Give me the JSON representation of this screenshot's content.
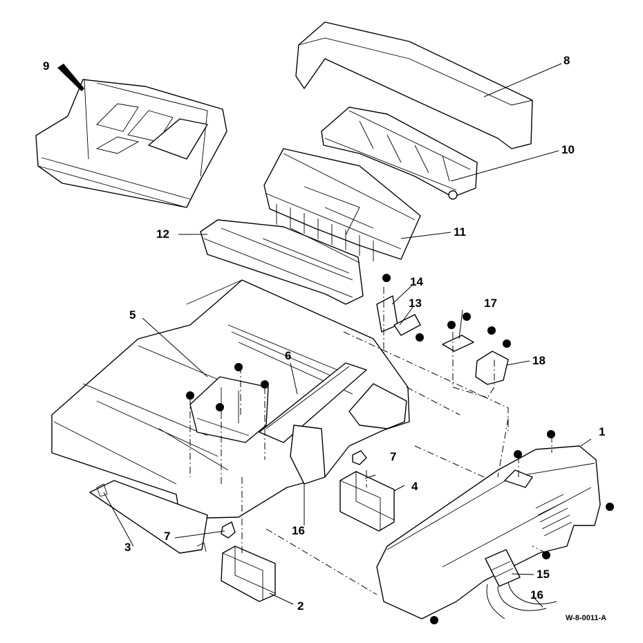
{
  "figure": {
    "id_label": "W-8-0011-A",
    "callouts": [
      "1",
      "2",
      "3",
      "4",
      "5",
      "6",
      "7",
      "7",
      "8",
      "9",
      "10",
      "11",
      "12",
      "13",
      "14",
      "15",
      "16",
      "16",
      "17",
      "18"
    ]
  }
}
